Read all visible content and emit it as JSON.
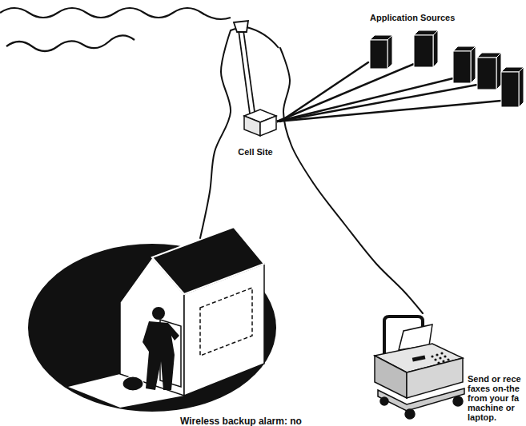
{
  "diagram": {
    "nodes": [
      {
        "text": [
          "Application Sources"
        ]
      },
      {
        "text": [
          "Cell Site"
        ]
      },
      {
        "text": [
          "Wireless backup alarm: no"
        ]
      },
      {
        "text": [
          "Send or rece faxes on-the from your fa machine or laptop."
        ]
      }
    ],
    "edges": [
      {
        "from": 1,
        "to": 0,
        "arrow": "none"
      },
      {
        "from": 1,
        "to": 2,
        "arrow": "none"
      },
      {
        "from": 1,
        "to": 3,
        "arrow": "none"
      }
    ]
  }
}
